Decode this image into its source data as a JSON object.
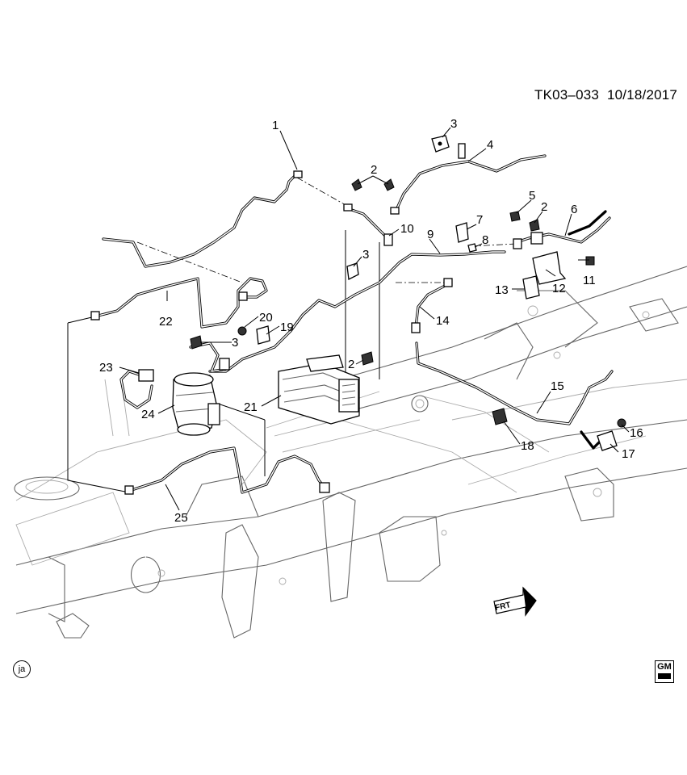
{
  "header": {
    "doc_id": "TK03–033",
    "date": "10/18/2017"
  },
  "badge": {
    "text": "ja"
  },
  "logo": {
    "text": "GM",
    "icon": "gm-logo-icon"
  },
  "arrow": {
    "label": "FRT"
  },
  "callouts": [
    {
      "id": "c1",
      "text": "1"
    },
    {
      "id": "c2a",
      "text": "2"
    },
    {
      "id": "c3a",
      "text": "3"
    },
    {
      "id": "c4",
      "text": "4"
    },
    {
      "id": "c5",
      "text": "5"
    },
    {
      "id": "c2b",
      "text": "2"
    },
    {
      "id": "c6",
      "text": "6"
    },
    {
      "id": "c7",
      "text": "7"
    },
    {
      "id": "c8",
      "text": "8"
    },
    {
      "id": "c9",
      "text": "9"
    },
    {
      "id": "c10",
      "text": "10"
    },
    {
      "id": "c3b",
      "text": "3"
    },
    {
      "id": "c11",
      "text": "11"
    },
    {
      "id": "c12",
      "text": "12"
    },
    {
      "id": "c13",
      "text": "13"
    },
    {
      "id": "c14",
      "text": "14"
    },
    {
      "id": "c22",
      "text": "22"
    },
    {
      "id": "c20",
      "text": "20"
    },
    {
      "id": "c19",
      "text": "19"
    },
    {
      "id": "c3c",
      "text": "3"
    },
    {
      "id": "c2c",
      "text": "2"
    },
    {
      "id": "c23",
      "text": "23"
    },
    {
      "id": "c21",
      "text": "21"
    },
    {
      "id": "c24",
      "text": "24"
    },
    {
      "id": "c15",
      "text": "15"
    },
    {
      "id": "c16",
      "text": "16"
    },
    {
      "id": "c17",
      "text": "17"
    },
    {
      "id": "c18",
      "text": "18"
    },
    {
      "id": "c25",
      "text": "25"
    }
  ]
}
